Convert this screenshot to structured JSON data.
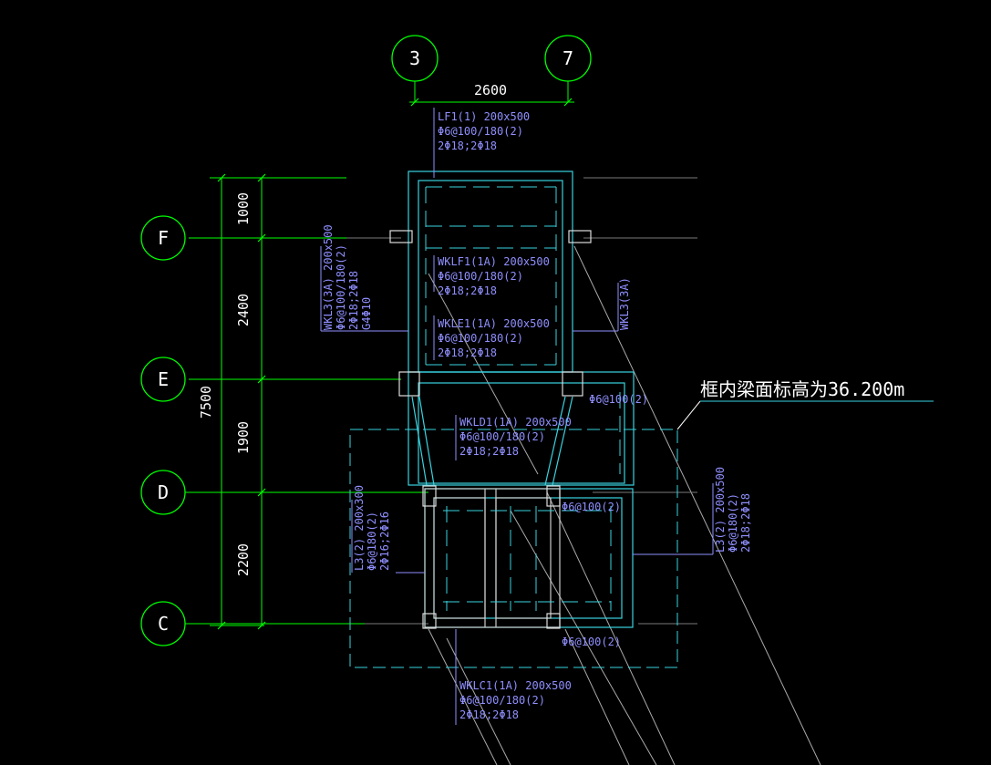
{
  "grid_axes": {
    "vertical": [
      {
        "label": "3"
      },
      {
        "label": "7"
      }
    ],
    "horizontal": [
      {
        "label": "F"
      },
      {
        "label": "E"
      },
      {
        "label": "D"
      },
      {
        "label": "C"
      }
    ]
  },
  "dimensions": {
    "top": "2600",
    "left_segments": [
      "1000",
      "2400",
      "1900",
      "2200"
    ],
    "left_total": "7500"
  },
  "beam_labels": {
    "lf1": [
      "LF1(1) 200x500",
      "Φ6@100/180(2)",
      "2Φ18;2Φ18"
    ],
    "wklf1": [
      "WKLF1(1A) 200x500",
      "Φ6@100/180(2)",
      "2Φ18;2Φ18"
    ],
    "wkle1": [
      "WKLE1(1A) 200x500",
      "Φ6@100/180(2)",
      "2Φ18;2Φ18"
    ],
    "wkld1": [
      "WKLD1(1A) 200x500",
      "Φ6@100/180(2)",
      "2Φ18;2Φ18"
    ],
    "wklc1": [
      "WKLC1(1A) 200x500",
      "Φ6@100/180(2)",
      "2Φ18;2Φ18"
    ],
    "wkl3_left": [
      "WKL3(3A) 200x500",
      "Φ6@100/180(2)",
      "2Φ18;2Φ18",
      "G4Φ10"
    ],
    "wkl3_right": [
      "WKL3(3A)"
    ],
    "l3_left": [
      "L3(2) 200x300",
      "Φ6@180(2)",
      "2Φ16;2Φ16"
    ],
    "l3_right": [
      "L3(2) 200x500",
      "Φ6@180(2)",
      "2Φ18;2Φ18"
    ],
    "stirrup_e": "Φ6@100(2)",
    "stirrup_d": "Φ6@100(2)",
    "stirrup_c": "Φ6@100(2)"
  },
  "note": "框内梁面标高为36.200m"
}
